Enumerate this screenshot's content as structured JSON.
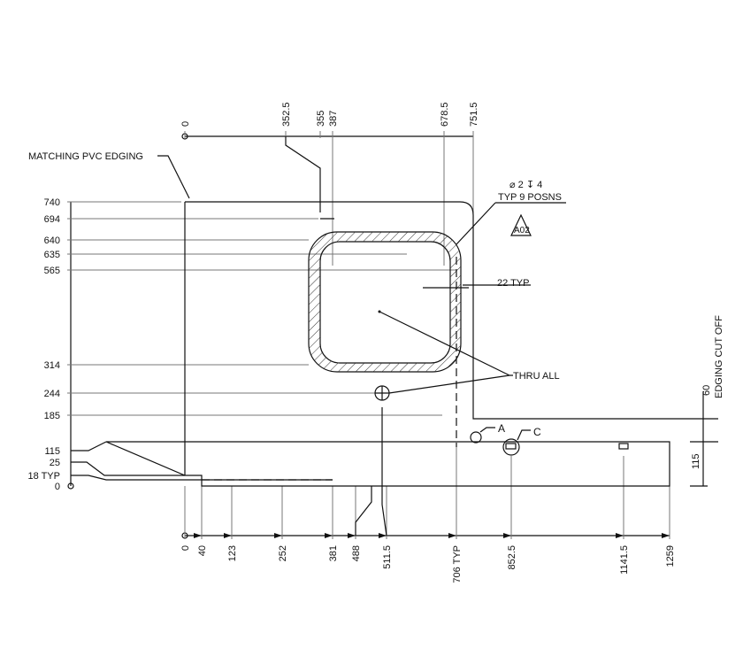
{
  "top_dims": [
    {
      "label": "0",
      "v": 0
    },
    {
      "label": "352.5",
      "v": 352.5
    },
    {
      "label": "355",
      "v": 355
    },
    {
      "label": "387",
      "v": 387
    },
    {
      "label": "678.5",
      "v": 678.5
    },
    {
      "label": "751.5",
      "v": 751.5
    }
  ],
  "left_dims": [
    {
      "label": "740"
    },
    {
      "label": "694"
    },
    {
      "label": "640"
    },
    {
      "label": "635"
    },
    {
      "label": "565"
    },
    {
      "label": "314"
    },
    {
      "label": "244"
    },
    {
      "label": "185"
    },
    {
      "label": "115"
    },
    {
      "label": "25"
    },
    {
      "label": "18 TYP"
    },
    {
      "label": "0"
    }
  ],
  "bottom_dims": [
    {
      "label": "0"
    },
    {
      "label": "40"
    },
    {
      "label": "123"
    },
    {
      "label": "252"
    },
    {
      "label": "381"
    },
    {
      "label": "488"
    },
    {
      "label": "511.5"
    },
    {
      "label": "706 TYP"
    },
    {
      "label": "852.5"
    },
    {
      "label": "1141.5"
    },
    {
      "label": "1259"
    }
  ],
  "notes": {
    "edging": "MATCHING PVC EDGING",
    "hole": "⌀ 2 ↧ 4",
    "hole_typ": "TYP 9 POSNS",
    "rev": "A02",
    "typ22": "22 TYP",
    "thru": "THRU ALL",
    "a": "A",
    "c": "C",
    "d60": "60",
    "cutoff": "EDGING CUT OFF",
    "d115": "115"
  }
}
